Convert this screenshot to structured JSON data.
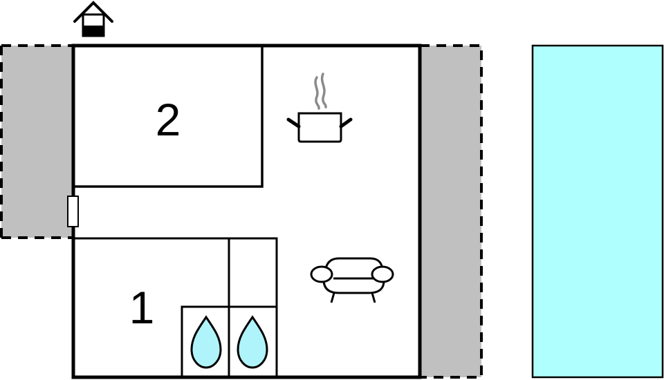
{
  "floorplan": {
    "rooms": [
      {
        "id": "bedroom-2",
        "label": "2"
      },
      {
        "id": "bedroom-1",
        "label": "1"
      }
    ],
    "icons": [
      {
        "name": "entrance-house-icon"
      },
      {
        "name": "kitchen-pot-icon"
      },
      {
        "name": "living-room-sofa-icon"
      },
      {
        "name": "bathroom-water-drop-icon"
      },
      {
        "name": "bathroom-water-drop-icon"
      }
    ],
    "areas": [
      {
        "id": "terrace-left",
        "type": "terrace"
      },
      {
        "id": "terrace-right",
        "type": "terrace"
      },
      {
        "id": "swimming-pool",
        "type": "pool"
      }
    ],
    "colors": {
      "wall": "#000000",
      "terrace": "#c0c0c0",
      "pool": "#b0ffff",
      "water_drop": "#b0f4fb",
      "steam": "#8a8a8a"
    }
  }
}
